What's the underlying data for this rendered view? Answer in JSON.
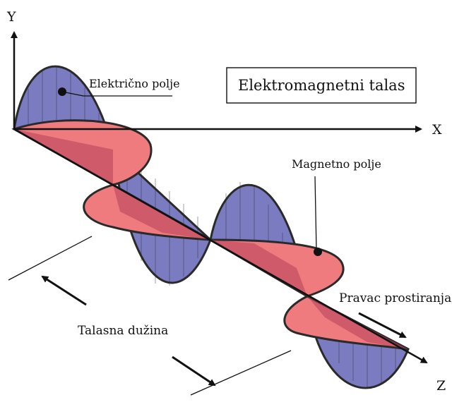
{
  "labels": {
    "axis_y": "Y",
    "axis_x": "X",
    "axis_z": "Z",
    "electric_field": "Električno polje",
    "magnetic_field": "Magnetno polje",
    "wavelength": "Talasna dužina",
    "propagation": "Pravac prostiranja"
  },
  "title": "Elektromagnetni talas",
  "colors": {
    "electric_wave": "#7a7bc0",
    "magnetic_wave": "#f07b7e",
    "overlap": "#b5415a",
    "outline": "#2a2a2a",
    "axis": "#111111"
  }
}
